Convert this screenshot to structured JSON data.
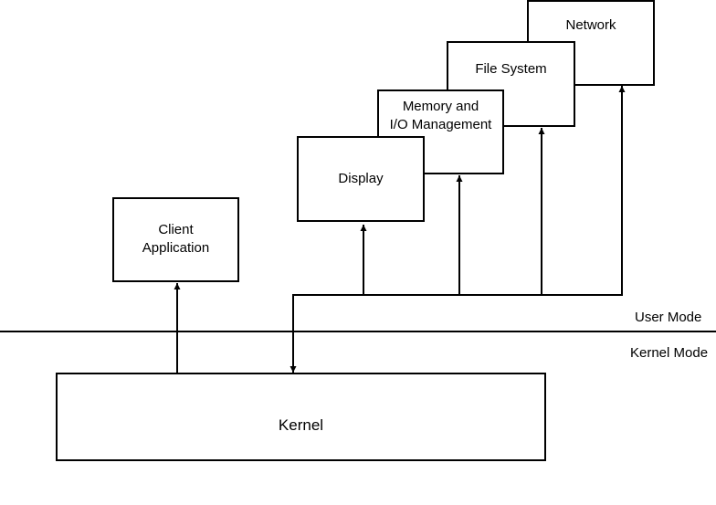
{
  "diagram": {
    "boxes": {
      "network": {
        "label": "Network"
      },
      "file_system": {
        "label": "File System"
      },
      "memory_io": {
        "line1": "Memory and",
        "line2": "I/O Management"
      },
      "display": {
        "label": "Display"
      },
      "client_app": {
        "line1": "Client",
        "line2": "Application"
      },
      "kernel": {
        "label": "Kernel"
      }
    },
    "modes": {
      "user_mode": "User Mode",
      "kernel_mode": "Kernel Mode"
    },
    "colors": {
      "stroke": "#000000",
      "background": "#ffffff"
    }
  }
}
